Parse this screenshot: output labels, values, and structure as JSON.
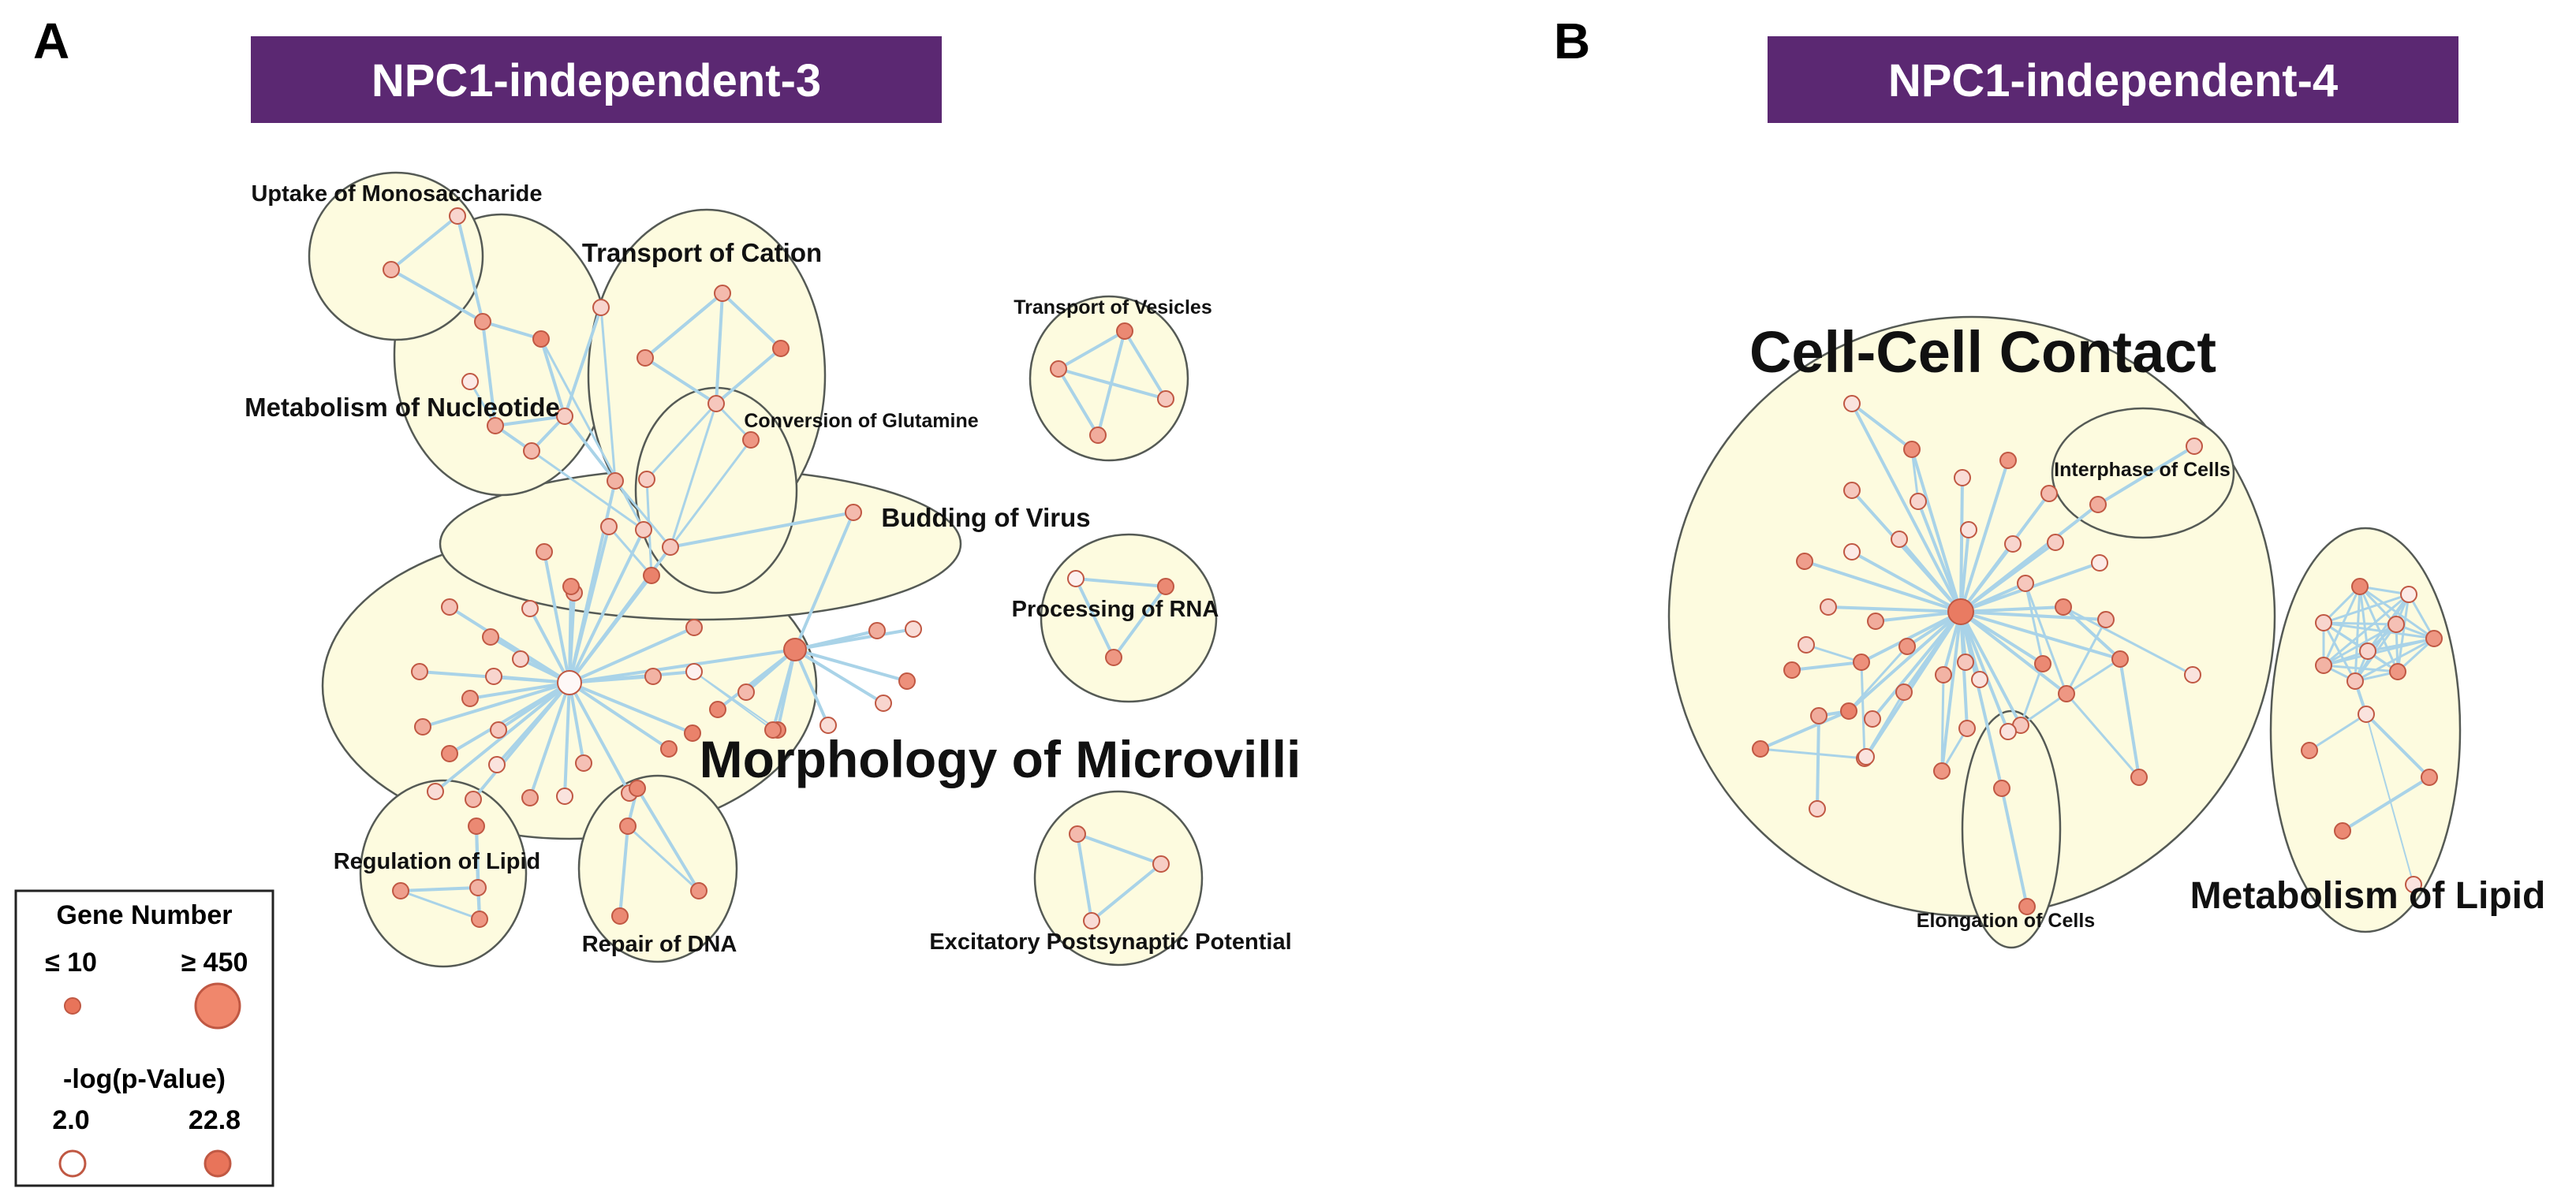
{
  "panels": {
    "a": {
      "letter": "A",
      "title": "NPC1-independent-3"
    },
    "b": {
      "letter": "B",
      "title": "NPC1-independent-4"
    }
  },
  "colors": {
    "banner": "#5b2872",
    "cluster_fill": "#fdfbdf",
    "cluster_stroke": "#555a55",
    "edge": "#a9d3e8",
    "node_high": "#e8745a",
    "node_low": "#ffffff",
    "node_stroke": "#c05843"
  },
  "clusters_a": [
    "Uptake of Monosaccharide",
    "Transport of Cation",
    "Transport of Vesicles",
    "Metabolism of Nucleotide",
    "Conversion of Glutamine",
    "Budding of Virus",
    "Processing of RNA",
    "Morphology of Microvilli",
    "Regulation of Lipid",
    "Repair of DNA",
    "Excitatory Postsynaptic Potential"
  ],
  "clusters_b": [
    "Cell-Cell Contact",
    "Interphase of Cells",
    "Elongation of Cells",
    "Metabolism of Lipid"
  ],
  "legend": {
    "gene_title": "Gene Number",
    "gene_min": "≤ 10",
    "gene_max": "≥ 450",
    "p_title": "-log(p-Value)",
    "p_min": "2.0",
    "p_max": "22.8"
  }
}
